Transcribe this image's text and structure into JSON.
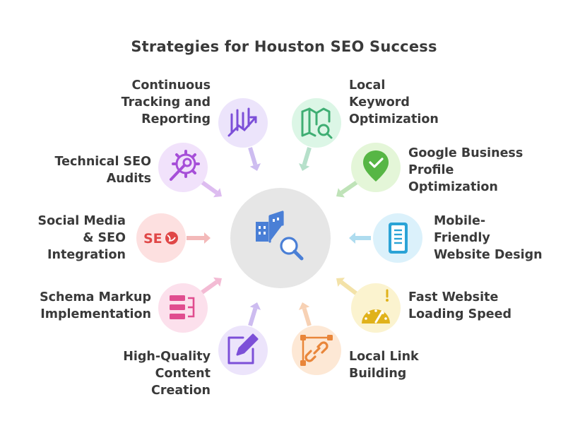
{
  "title": "Strategies for Houston SEO Success",
  "center": {
    "icon": "buildings-search-icon",
    "color": "#4a7fd6"
  },
  "strategies": [
    {
      "id": "tracking",
      "label": "Continuous\nTracking and\nReporting",
      "icon": "chart-trend-icon",
      "color": "#7c4fd8",
      "bg": "#ece4fb"
    },
    {
      "id": "keyword",
      "label": "Local\nKeyword\nOptimization",
      "icon": "map-search-icon",
      "color": "#3fae73",
      "bg": "#dcf6e6"
    },
    {
      "id": "gbp",
      "label": "Google Business\nProfile\nOptimization",
      "icon": "map-pin-check-icon",
      "color": "#57b645",
      "bg": "#e4f6d8"
    },
    {
      "id": "mobile",
      "label": "Mobile-\nFriendly\nWebsite Design",
      "icon": "mobile-phone-icon",
      "color": "#2aa3d6",
      "bg": "#dbf1fb"
    },
    {
      "id": "speed",
      "label": "Fast Website\nLoading Speed",
      "icon": "speedometer-icon",
      "color": "#e0b21b",
      "bg": "#fbf3cf"
    },
    {
      "id": "links",
      "label": "Local Link\nBuilding",
      "icon": "link-chain-icon",
      "color": "#e9863a",
      "bg": "#fde8d5"
    },
    {
      "id": "content",
      "label": "High-Quality\nContent\nCreation",
      "icon": "edit-pen-icon",
      "color": "#7c4fd8",
      "bg": "#ece4fb"
    },
    {
      "id": "schema",
      "label": "Schema Markup\nImplementation",
      "icon": "structured-list-icon",
      "color": "#e04d8f",
      "bg": "#fce0ec"
    },
    {
      "id": "social",
      "label": "Social Media\n& SEO\nIntegration",
      "icon": "seo-globe-icon",
      "color": "#e04747",
      "bg": "#fde0e0"
    },
    {
      "id": "audits",
      "label": "Technical SEO\nAudits",
      "icon": "gear-search-icon",
      "color": "#a64fd8",
      "bg": "#f1e2fb"
    }
  ]
}
